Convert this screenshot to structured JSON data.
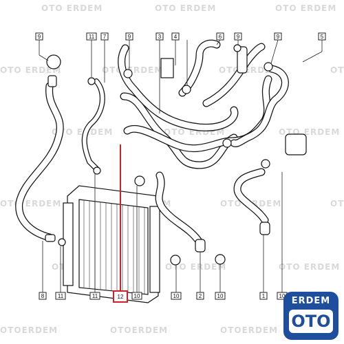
{
  "watermark_text": "OTO ERDEM",
  "watermark_text_alt": "OTOERDEM",
  "callouts": {
    "c9a": "9",
    "c11a": "11",
    "c7": "7",
    "c9b": "9",
    "c3": "3",
    "c4": "4",
    "c6": "6",
    "c9c": "9",
    "c9d": "9",
    "c5": "5",
    "c8": "8",
    "c11b": "11",
    "c11c": "11",
    "c12": "12",
    "c10a": "10",
    "c10b": "10",
    "c2": "2",
    "c10c": "10",
    "c1": "1",
    "c10d": "10"
  },
  "highlight_color": "#d0202a",
  "logo": {
    "top": "ERDEM",
    "bottom": "OTO",
    "color": "#1f4f9c"
  }
}
